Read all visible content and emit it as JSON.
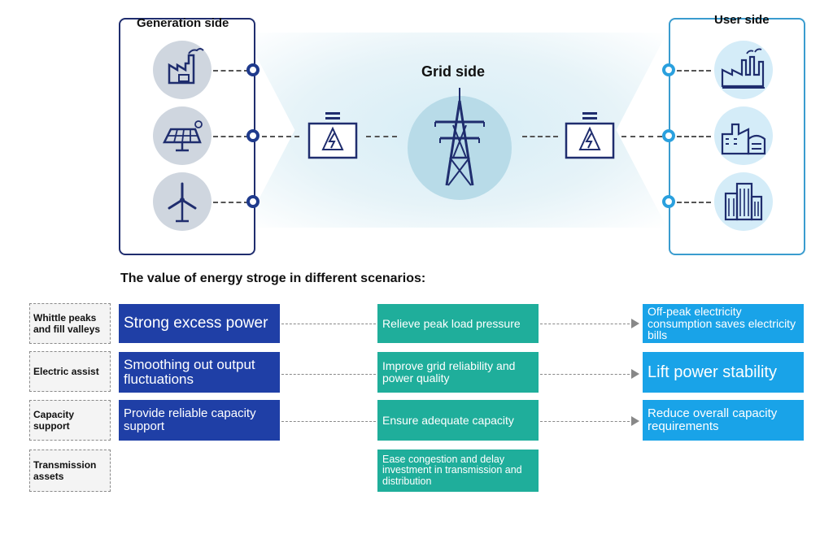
{
  "diagram": {
    "generation_title": "Generation side",
    "grid_title": "Grid side",
    "user_title": "User side"
  },
  "section_heading": "The value of energy stroge in different scenarios:",
  "scenarios": [
    {
      "label": "Whittle peaks and fill valleys",
      "generation": "Strong excess power",
      "grid": "Relieve peak load pressure",
      "user": "Off-peak electricity consumption saves electricity bills"
    },
    {
      "label": "Electric assist",
      "generation": "Smoothing out output fluctuations",
      "grid": "Improve grid reliability and power quality",
      "user": "Lift power stability"
    },
    {
      "label": "Capacity support",
      "generation": "Provide reliable capacity support",
      "grid": "Ensure adequate capacity",
      "user": "Reduce overall capacity requirements"
    },
    {
      "label": "Transmission assets",
      "generation": "",
      "grid": "Ease congestion and delay investment in transmission and distribution",
      "user": ""
    }
  ],
  "colors": {
    "generation_box": "#1f3fa6",
    "grid_box": "#1fae9b",
    "user_box": "#19a3e8",
    "generation_border": "#1f2d6e",
    "user_border": "#3a9ccf"
  }
}
